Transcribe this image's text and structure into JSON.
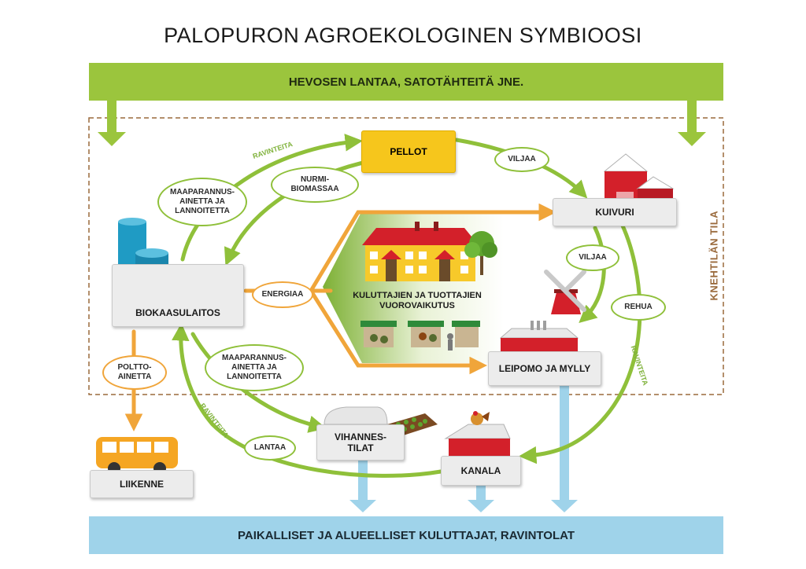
{
  "title": "PALOPURON AGROEKOLOGINEN SYMBIOOSI",
  "top_bar": "HEVOSEN LANTAA, SATOTÄHTEITÄ JNE.",
  "bottom_bar": "PAIKALLISET JA ALUEELLISET KULUTTAJAT, RAVINTOLAT",
  "region_label": "KNEHTILÄN TILA",
  "nodes": {
    "pellot": "PELLOT",
    "kuivuri": "KUIVURI",
    "biokaasulaitos": "BIOKAASULAITOS",
    "leipomo": "LEIPOMO JA MYLLY",
    "vihannes_line1": "VIHANNES-",
    "vihannes_line2": "TILAT",
    "kanala": "KANALA",
    "liikenne": "LIIKENNE"
  },
  "center": {
    "line1": "KULUTTAJIEN JA TUOTTAJIEN",
    "line2": "VUOROVAIKUTUS"
  },
  "labels": {
    "viljaa_top": "VILJAA",
    "viljaa_mid": "VILJAA",
    "rehua": "REHUA",
    "nurmi_1": "NURMI-",
    "nurmi_2": "BIOMASSAA",
    "maaparannus_top_1": "MAAPARANNUS-",
    "maaparannus_top_2": "AINETTA JA",
    "maaparannus_top_3": "LANNOITETTA",
    "maaparannus_bot_1": "MAAPARANNUS-",
    "maaparannus_bot_2": "AINETTA JA",
    "maaparannus_bot_3": "LANNOITETTA",
    "energiaa": "ENERGIAA",
    "poltto_1": "POLTTO-",
    "poltto_2": "AINETTA",
    "lantaa": "LANTAA",
    "ravinteita_top": "RAVINTEITA",
    "ravinteita_right": "RAVINTEITA",
    "ravinteita_left": "RAVINTEITA"
  },
  "colors": {
    "green": "#8fc03a",
    "orange": "#f0a53a",
    "blue": "#9fd3ea",
    "brown": "#9a6a3c",
    "red": "#d3202a",
    "yellow": "#f6c61c"
  }
}
